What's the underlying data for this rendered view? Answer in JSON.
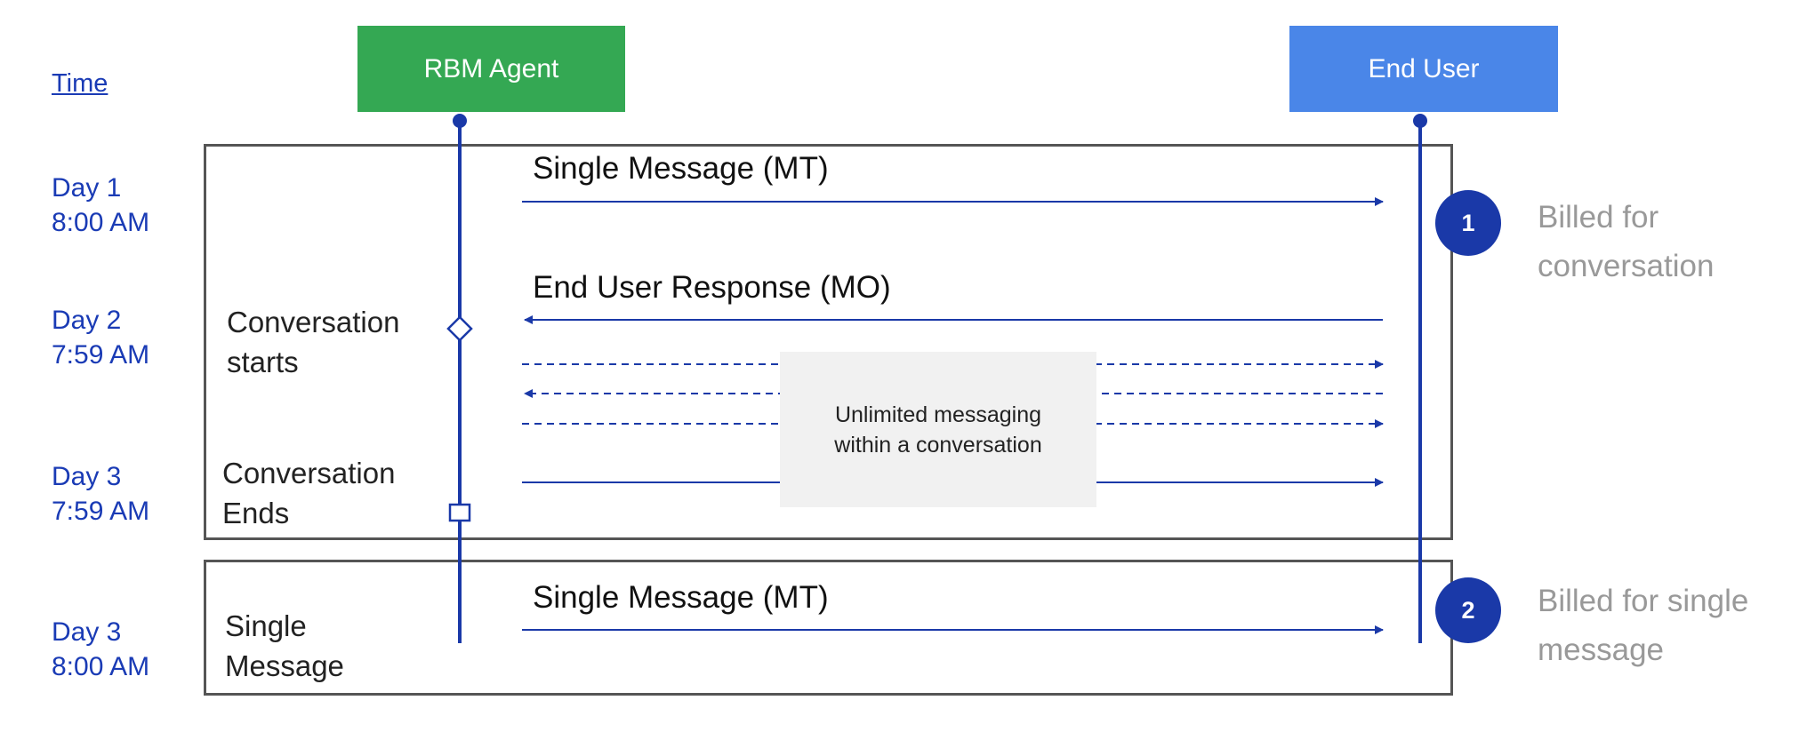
{
  "actors": {
    "agent": "RBM Agent",
    "user": "End User"
  },
  "time_header": "Time",
  "times": [
    "Day 1\n8:00 AM",
    "Day 2\n7:59 AM",
    "Day 3\n7:59 AM",
    "Day 3\n8:00 AM"
  ],
  "phases": {
    "conversation_starts": "Conversation\nstarts",
    "conversation_ends": "Conversation\nEnds",
    "single_message": "Single\nMessage"
  },
  "messages": {
    "mt_1": "Single Message (MT)",
    "mo": "End User Response (MO)",
    "mt_2": "Single Message (MT)"
  },
  "note": "Unlimited messaging\nwithin a conversation",
  "badges": {
    "one": "1",
    "two": "2"
  },
  "billing": {
    "conversation": "Billed for\nconversation",
    "single": "Billed for single\nmessage"
  },
  "colors": {
    "agent": "#34a853",
    "user": "#4a86e8",
    "lifeline": "#1a39a8",
    "badge": "#1a39a8",
    "time_text": "#1a3bb5",
    "billing_text": "#999999"
  }
}
